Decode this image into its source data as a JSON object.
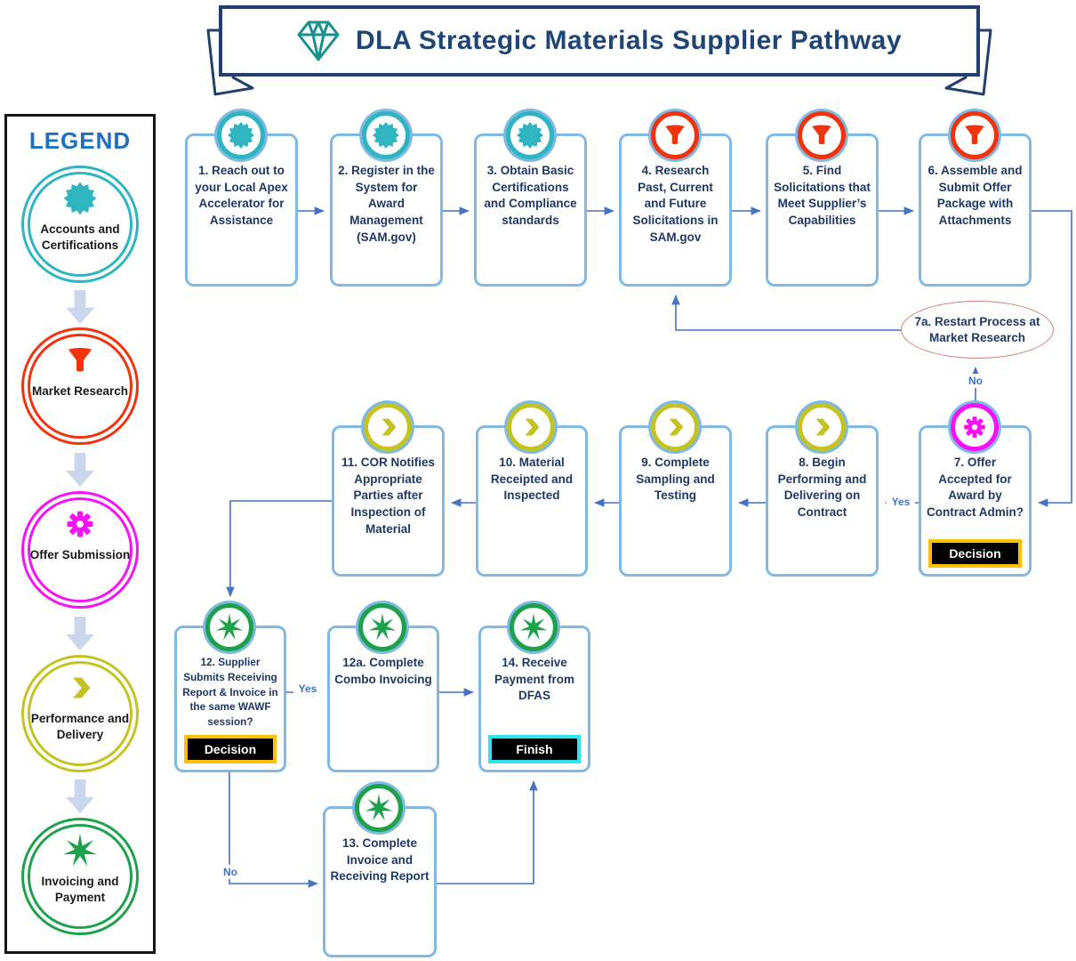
{
  "banner": {
    "title": "DLA Strategic Materials Supplier Pathway",
    "icon": "diamond-icon"
  },
  "legend": {
    "title": "LEGEND",
    "items": [
      {
        "label": "Accounts and Certifications",
        "icon": "starburst-icon"
      },
      {
        "label": "Market Research",
        "icon": "funnel-icon"
      },
      {
        "label": "Offer Submission",
        "icon": "gear-icon"
      },
      {
        "label": "Performance and Delivery",
        "icon": "chevron-icon"
      },
      {
        "label": "Invoicing and Payment",
        "icon": "star-icon"
      }
    ]
  },
  "flow": {
    "boxes": [
      {
        "id": "1",
        "label": "1. Reach out to your Local Apex Accelerator for Assistance"
      },
      {
        "id": "2",
        "label": "2. Register in the System for Award Management (SAM.gov)"
      },
      {
        "id": "3",
        "label": "3. Obtain Basic Certifications and Compliance standards"
      },
      {
        "id": "4",
        "label": "4. Research Past, Current and Future Solicitations in SAM.gov"
      },
      {
        "id": "5",
        "label": "5. Find Solicitations that Meet Supplier’s Capabilities"
      },
      {
        "id": "6",
        "label": "6. Assemble and Submit Offer Package with Attachments"
      },
      {
        "id": "7",
        "label": "7. Offer Accepted for Award by Contract Admin?",
        "badge": "Decision"
      },
      {
        "id": "8",
        "label": "8. Begin Performing and Delivering on Contract"
      },
      {
        "id": "9",
        "label": "9. Complete Sampling and Testing"
      },
      {
        "id": "10",
        "label": "10. Material Receipted and Inspected"
      },
      {
        "id": "11",
        "label": "11. COR Notifies Appropriate Parties after Inspection of Material"
      },
      {
        "id": "12",
        "label": "12. Supplier Submits Receiving Report & Invoice in the same WAWF session?",
        "badge": "Decision"
      },
      {
        "id": "12a",
        "label": "12a. Complete Combo Invoicing"
      },
      {
        "id": "13",
        "label": "13. Complete Invoice and Receiving Report"
      },
      {
        "id": "14",
        "label": "14. Receive Payment from DFAS",
        "badge": "Finish"
      }
    ],
    "restart_label": "7a. Restart Process at Market Research",
    "edge_labels": {
      "offer_yes": "Yes",
      "offer_no": "No",
      "wawf_yes": "Yes",
      "wawf_no": "No"
    }
  },
  "colors": {
    "teal": "#2FB5C0",
    "red": "#F1330D",
    "magenta": "#F711F7",
    "yellow": "#C3C324",
    "green": "#1EA14B",
    "boxBorder": "#7FB9E4",
    "connector": "#4472C4",
    "navy": "#1F3864",
    "bannerBorder": "#21406E",
    "bannerText": "#1F4577",
    "legendTitle": "#1B6FC5",
    "gold": "#FFC000",
    "cyan": "#2BE6EE",
    "ellipseBorder": "#CC8078",
    "arrowFill": "#C9D6EC"
  }
}
